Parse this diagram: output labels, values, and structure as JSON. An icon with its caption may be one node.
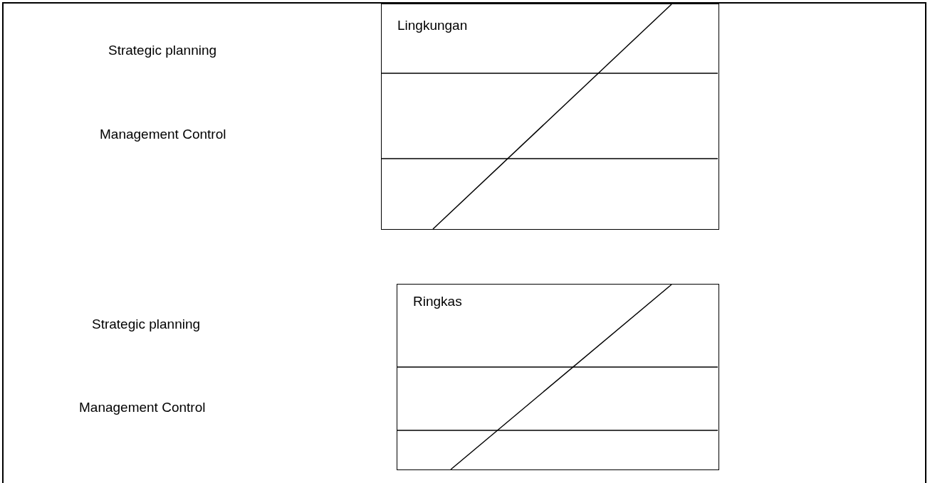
{
  "diagram": {
    "nodes": [
      {
        "text": [
          "Lingkungan"
        ]
      },
      {
        "text": [
          "Ringkas"
        ]
      }
    ],
    "labels": [
      "Strategic planning",
      "Management Control",
      "Strategic planning",
      "Management Control"
    ]
  }
}
